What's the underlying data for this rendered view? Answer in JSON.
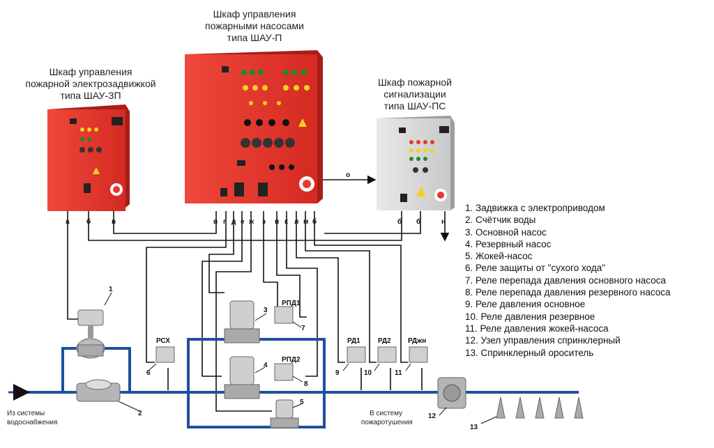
{
  "cabinets": {
    "left": [
      "Шкаф управления",
      "пожарной электрозадвижкой",
      "типа ШАУ-ЗП"
    ],
    "center": [
      "Шкаф управления",
      "пожарными насосами",
      "типа ШАУ-П"
    ],
    "right": [
      "Шкаф пожарной",
      "сигнализации",
      "типа ШАУ-ПС"
    ]
  },
  "terminals": {
    "left": [
      "а",
      "б",
      "в"
    ],
    "center": [
      "в",
      "г",
      "д",
      "е",
      "ж",
      "з",
      "и",
      "к",
      "л",
      "м",
      "б"
    ],
    "right": [
      "б",
      "б",
      "н"
    ],
    "link": "о"
  },
  "devices": {
    "rsh": "РСХ",
    "rpd1": "РПД1",
    "rpd2": "РПД2",
    "rd1": "РД1",
    "rd2": "РД2",
    "rdzh": "РДжн"
  },
  "numbers": [
    "1",
    "2",
    "3",
    "4",
    "5",
    "6",
    "7",
    "8",
    "9",
    "10",
    "11",
    "12",
    "13"
  ],
  "flow_labels": {
    "source": [
      "Из системы",
      "водоснабжения"
    ],
    "destination": [
      "В систему",
      "пожаротушения"
    ]
  },
  "legend": [
    "1. Задвижка с электроприводом",
    "2. Счётчик воды",
    "3. Основной насос",
    "4. Резервный насос",
    "5. Жокей-насос",
    "6. Реле защиты от \"сухого хода\"",
    "7. Реле перепада давления основного насоса",
    "8. Реле перепада давления резервного насоса",
    "9. Реле давления основное",
    "10. Реле давления резервное",
    "11. Реле давления жокей-насоса",
    "12. Узел управления спринклерный",
    "13. Спринклерный ороситель"
  ],
  "colors": {
    "cabinet_red": "#e8382f",
    "cabinet_grey": "#d8d8d8",
    "pipe_blue": "#1f4fa0",
    "wire": "#111111"
  }
}
